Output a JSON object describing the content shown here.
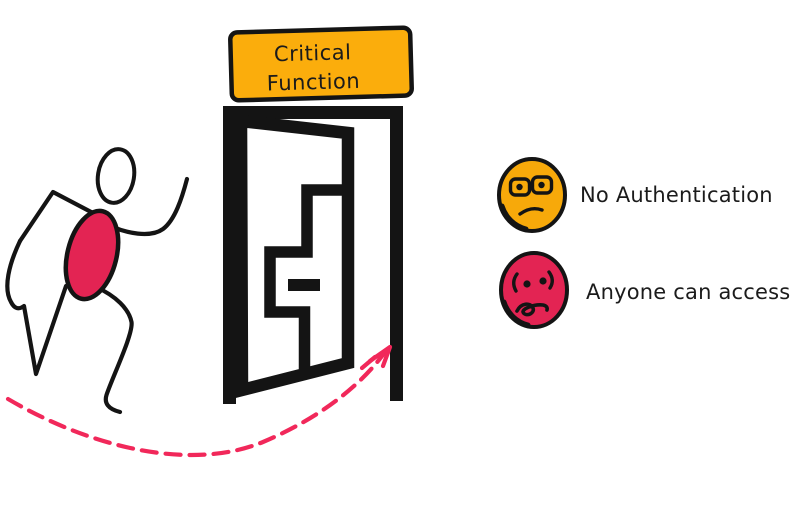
{
  "canvas": {
    "background": "#ffffff",
    "ink": "#141414"
  },
  "sign": {
    "line1": "Critical",
    "line2": "Function",
    "fill": "#fbad0c",
    "border": "#141414"
  },
  "door": {
    "state": "open",
    "color": "#141414"
  },
  "runner": {
    "torso_color": "#e32453",
    "line_color": "#141414"
  },
  "arrow": {
    "color": "#f1285a",
    "style": "dashed-curve"
  },
  "legend": {
    "items": [
      {
        "icon": "glasses-face-icon",
        "face_color": "#f7a90a",
        "label": "No Authentication"
      },
      {
        "icon": "worried-face-icon",
        "face_color": "#e32453",
        "label": "Anyone can access"
      }
    ]
  }
}
